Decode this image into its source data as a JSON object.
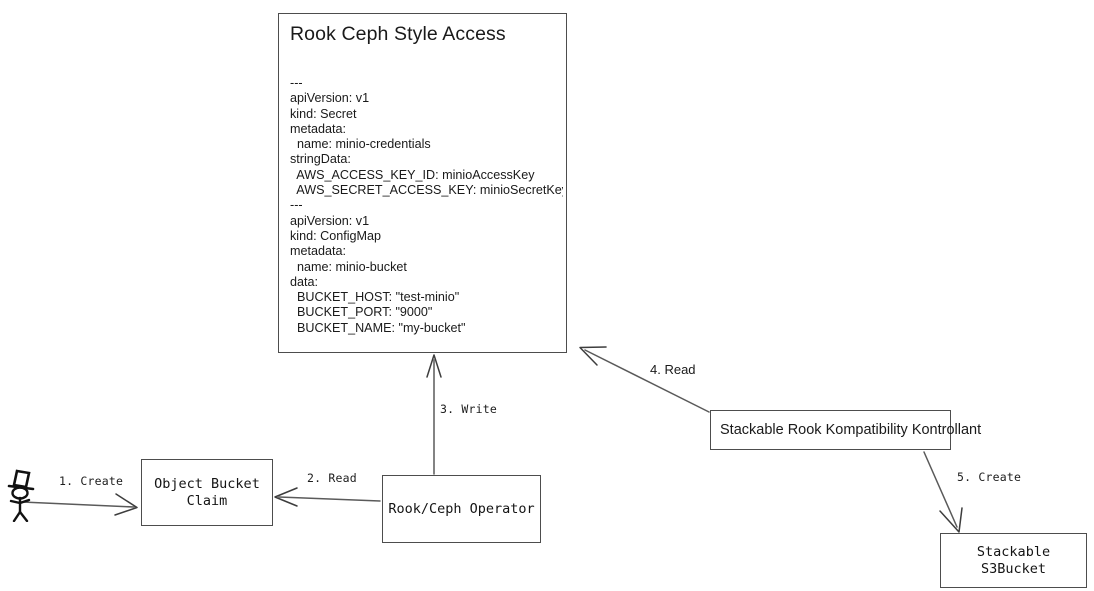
{
  "diagram": {
    "title_panel": {
      "title": "Rook Ceph Style Access",
      "body": "---\napiVersion: v1\nkind: Secret\nmetadata:\n  name: minio-credentials\nstringData:\n  AWS_ACCESS_KEY_ID: minioAccessKey\n  AWS_SECRET_ACCESS_KEY: minioSecretKey\n---\napiVersion: v1\nkind: ConfigMap\nmetadata:\n  name: minio-bucket\ndata:\n  BUCKET_HOST: \"test-minio\"\n  BUCKET_PORT: \"9000\"\n  BUCKET_NAME: \"my-bucket\""
    },
    "nodes": [
      {
        "id": "object-bucket-claim",
        "label": "Object Bucket\nClaim"
      },
      {
        "id": "rook-ceph-operator",
        "label": "Rook/Ceph Operator"
      },
      {
        "id": "stackable-rook-kompatibility-kontrollant",
        "label": "Stackable Rook Kompatibility Kontrollant"
      },
      {
        "id": "stackable-s3bucket",
        "label": "Stackable S3Bucket"
      }
    ],
    "edges": [
      {
        "id": "edge-1",
        "label": "1. Create",
        "from": "actor",
        "to": "object-bucket-claim"
      },
      {
        "id": "edge-2",
        "label": "2. Read",
        "from": "rook-ceph-operator",
        "to": "object-bucket-claim"
      },
      {
        "id": "edge-3",
        "label": "3. Write",
        "from": "rook-ceph-operator",
        "to": "title_panel"
      },
      {
        "id": "edge-4",
        "label": "4. Read",
        "from": "stackable-rook-kompatibility-kontrollant",
        "to": "title_panel"
      },
      {
        "id": "edge-5",
        "label": "5. Create",
        "from": "stackable-rook-kompatibility-kontrollant",
        "to": "stackable-s3bucket"
      }
    ],
    "actor": {
      "name": "user-actor",
      "icon": "stick-figure-with-top-hat-icon"
    },
    "colors": {
      "background": "#ffffff",
      "stroke": "#4d4d4d",
      "arrow": "#555555",
      "text": "#1a1a1a"
    }
  }
}
